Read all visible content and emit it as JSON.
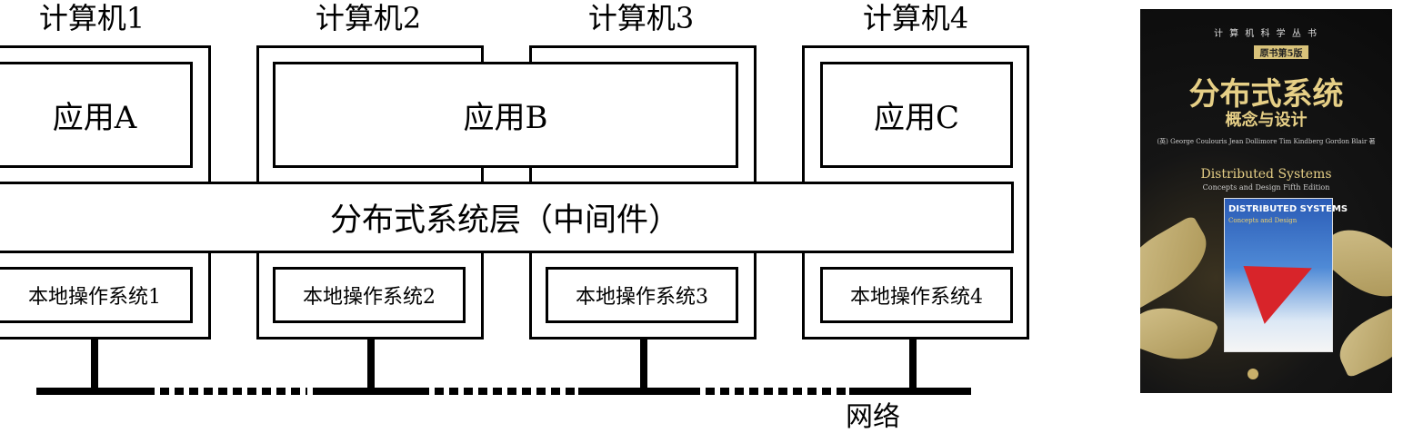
{
  "computers": [
    {
      "label": "计算机1"
    },
    {
      "label": "计算机2"
    },
    {
      "label": "计算机3"
    },
    {
      "label": "计算机4"
    }
  ],
  "apps": {
    "a": "应用A",
    "b": "应用B",
    "c": "应用C"
  },
  "middleware": "分布式系统层（中间件）",
  "os": [
    "本地操作系统1",
    "本地操作系统2",
    "本地操作系统3",
    "本地操作系统4"
  ],
  "network": "网络",
  "book": {
    "series": "计 算 机 科 学 丛 书",
    "edition": "原书第5版",
    "title_cn": "分布式系统",
    "subtitle_cn": "概念与设计",
    "authors": "(英) George Coulouris  Jean Dollimore  Tim Kindberg  Gordon Blair 著",
    "title_en": "Distributed Systems",
    "subtitle_en": "Concepts and Design  Fifth Edition",
    "inner_title": "DISTRIBUTED SYSTEMS",
    "inner_subtitle": "Concepts and Design"
  }
}
